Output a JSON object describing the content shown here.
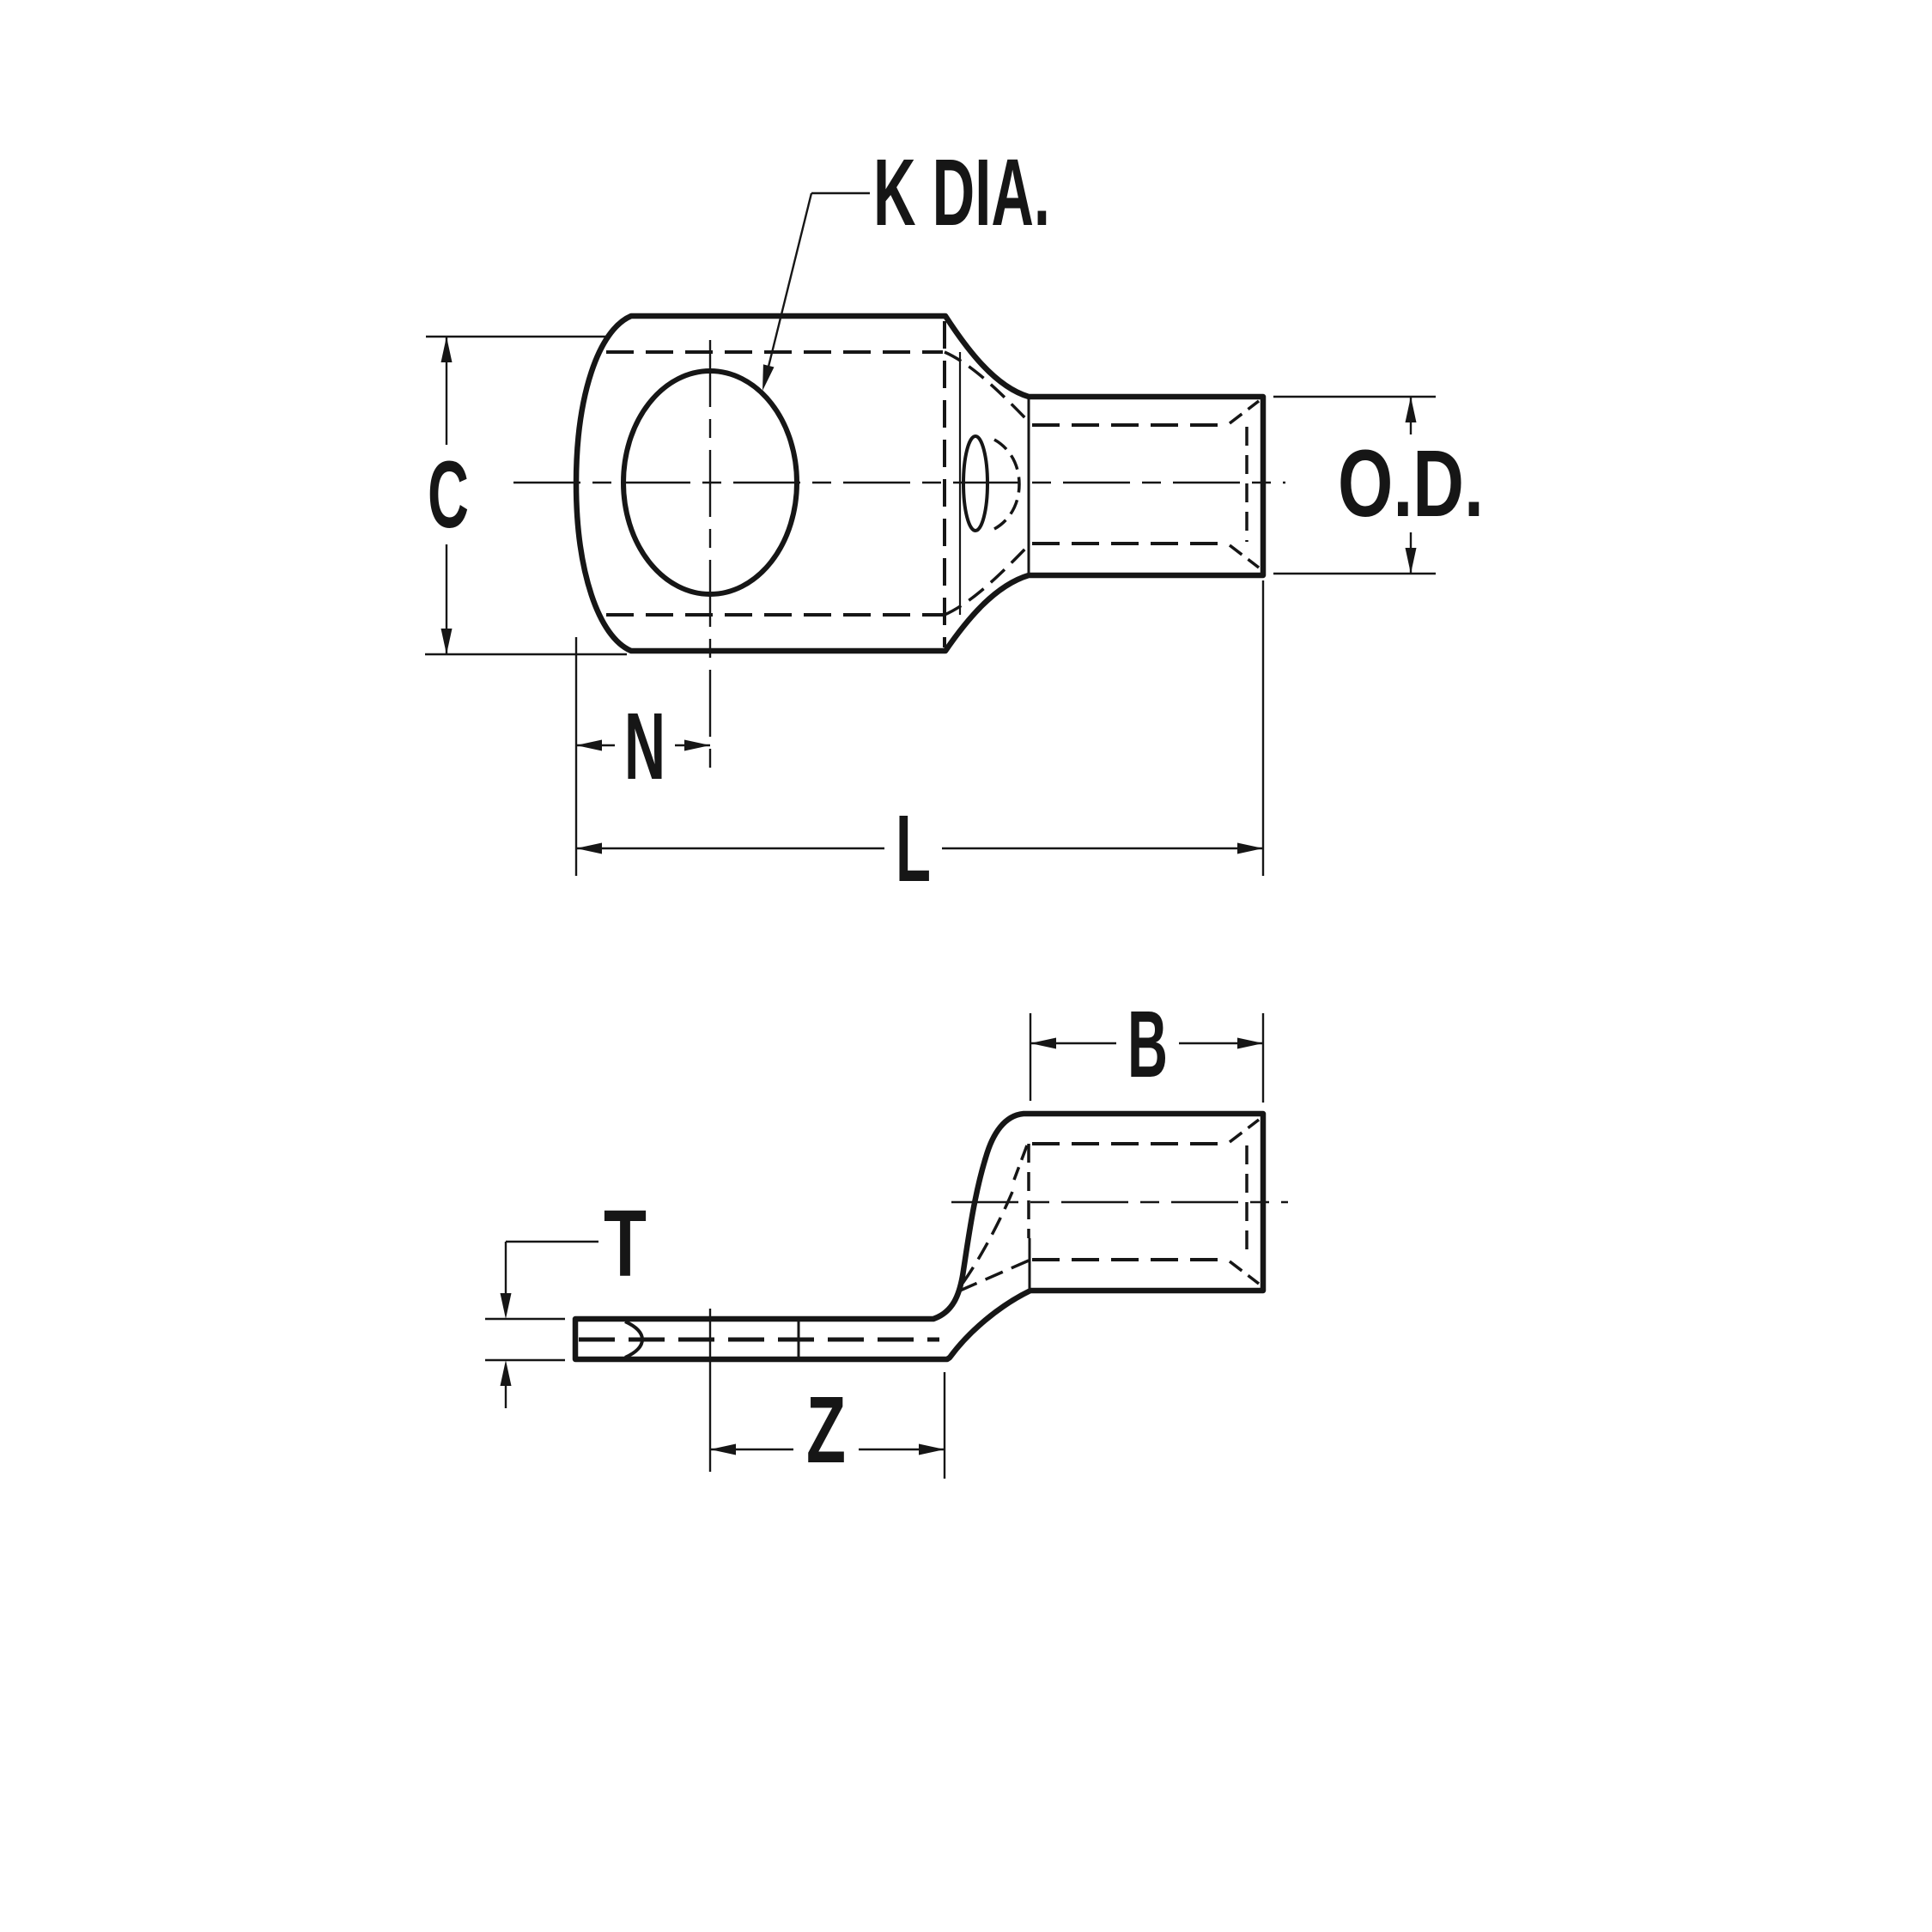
{
  "document": {
    "kind": "technical-drawing",
    "background_color": "#ffffff",
    "line_color": "#161616"
  },
  "top_view": {
    "name": "lug top view",
    "labels": {
      "hole_diameter": "K DIA.",
      "tongue_width": "C",
      "hole_center_from_tip": "N",
      "overall_length": "L",
      "barrel_outer_diameter": "O.D."
    }
  },
  "side_view": {
    "name": "lug side view",
    "labels": {
      "barrel_length": "B",
      "tongue_thickness": "T",
      "hole_center_to_barrel": "Z"
    }
  }
}
